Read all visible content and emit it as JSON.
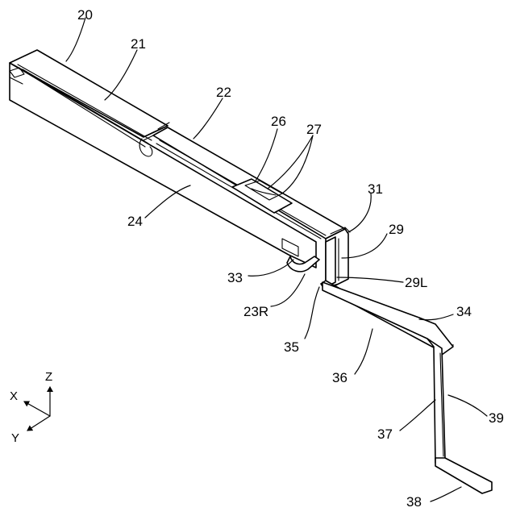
{
  "labels": {
    "l20": "20",
    "l21": "21",
    "l22": "22",
    "l24": "24",
    "l26": "26",
    "l27": "27",
    "l31": "31",
    "l29": "29",
    "l29L": "29L",
    "l33": "33",
    "l23R": "23R",
    "l35": "35",
    "l36": "36",
    "l34": "34",
    "l37": "37",
    "l39": "39",
    "l38": "38"
  },
  "axes": {
    "z": "Z",
    "x": "X",
    "y": "Y"
  }
}
